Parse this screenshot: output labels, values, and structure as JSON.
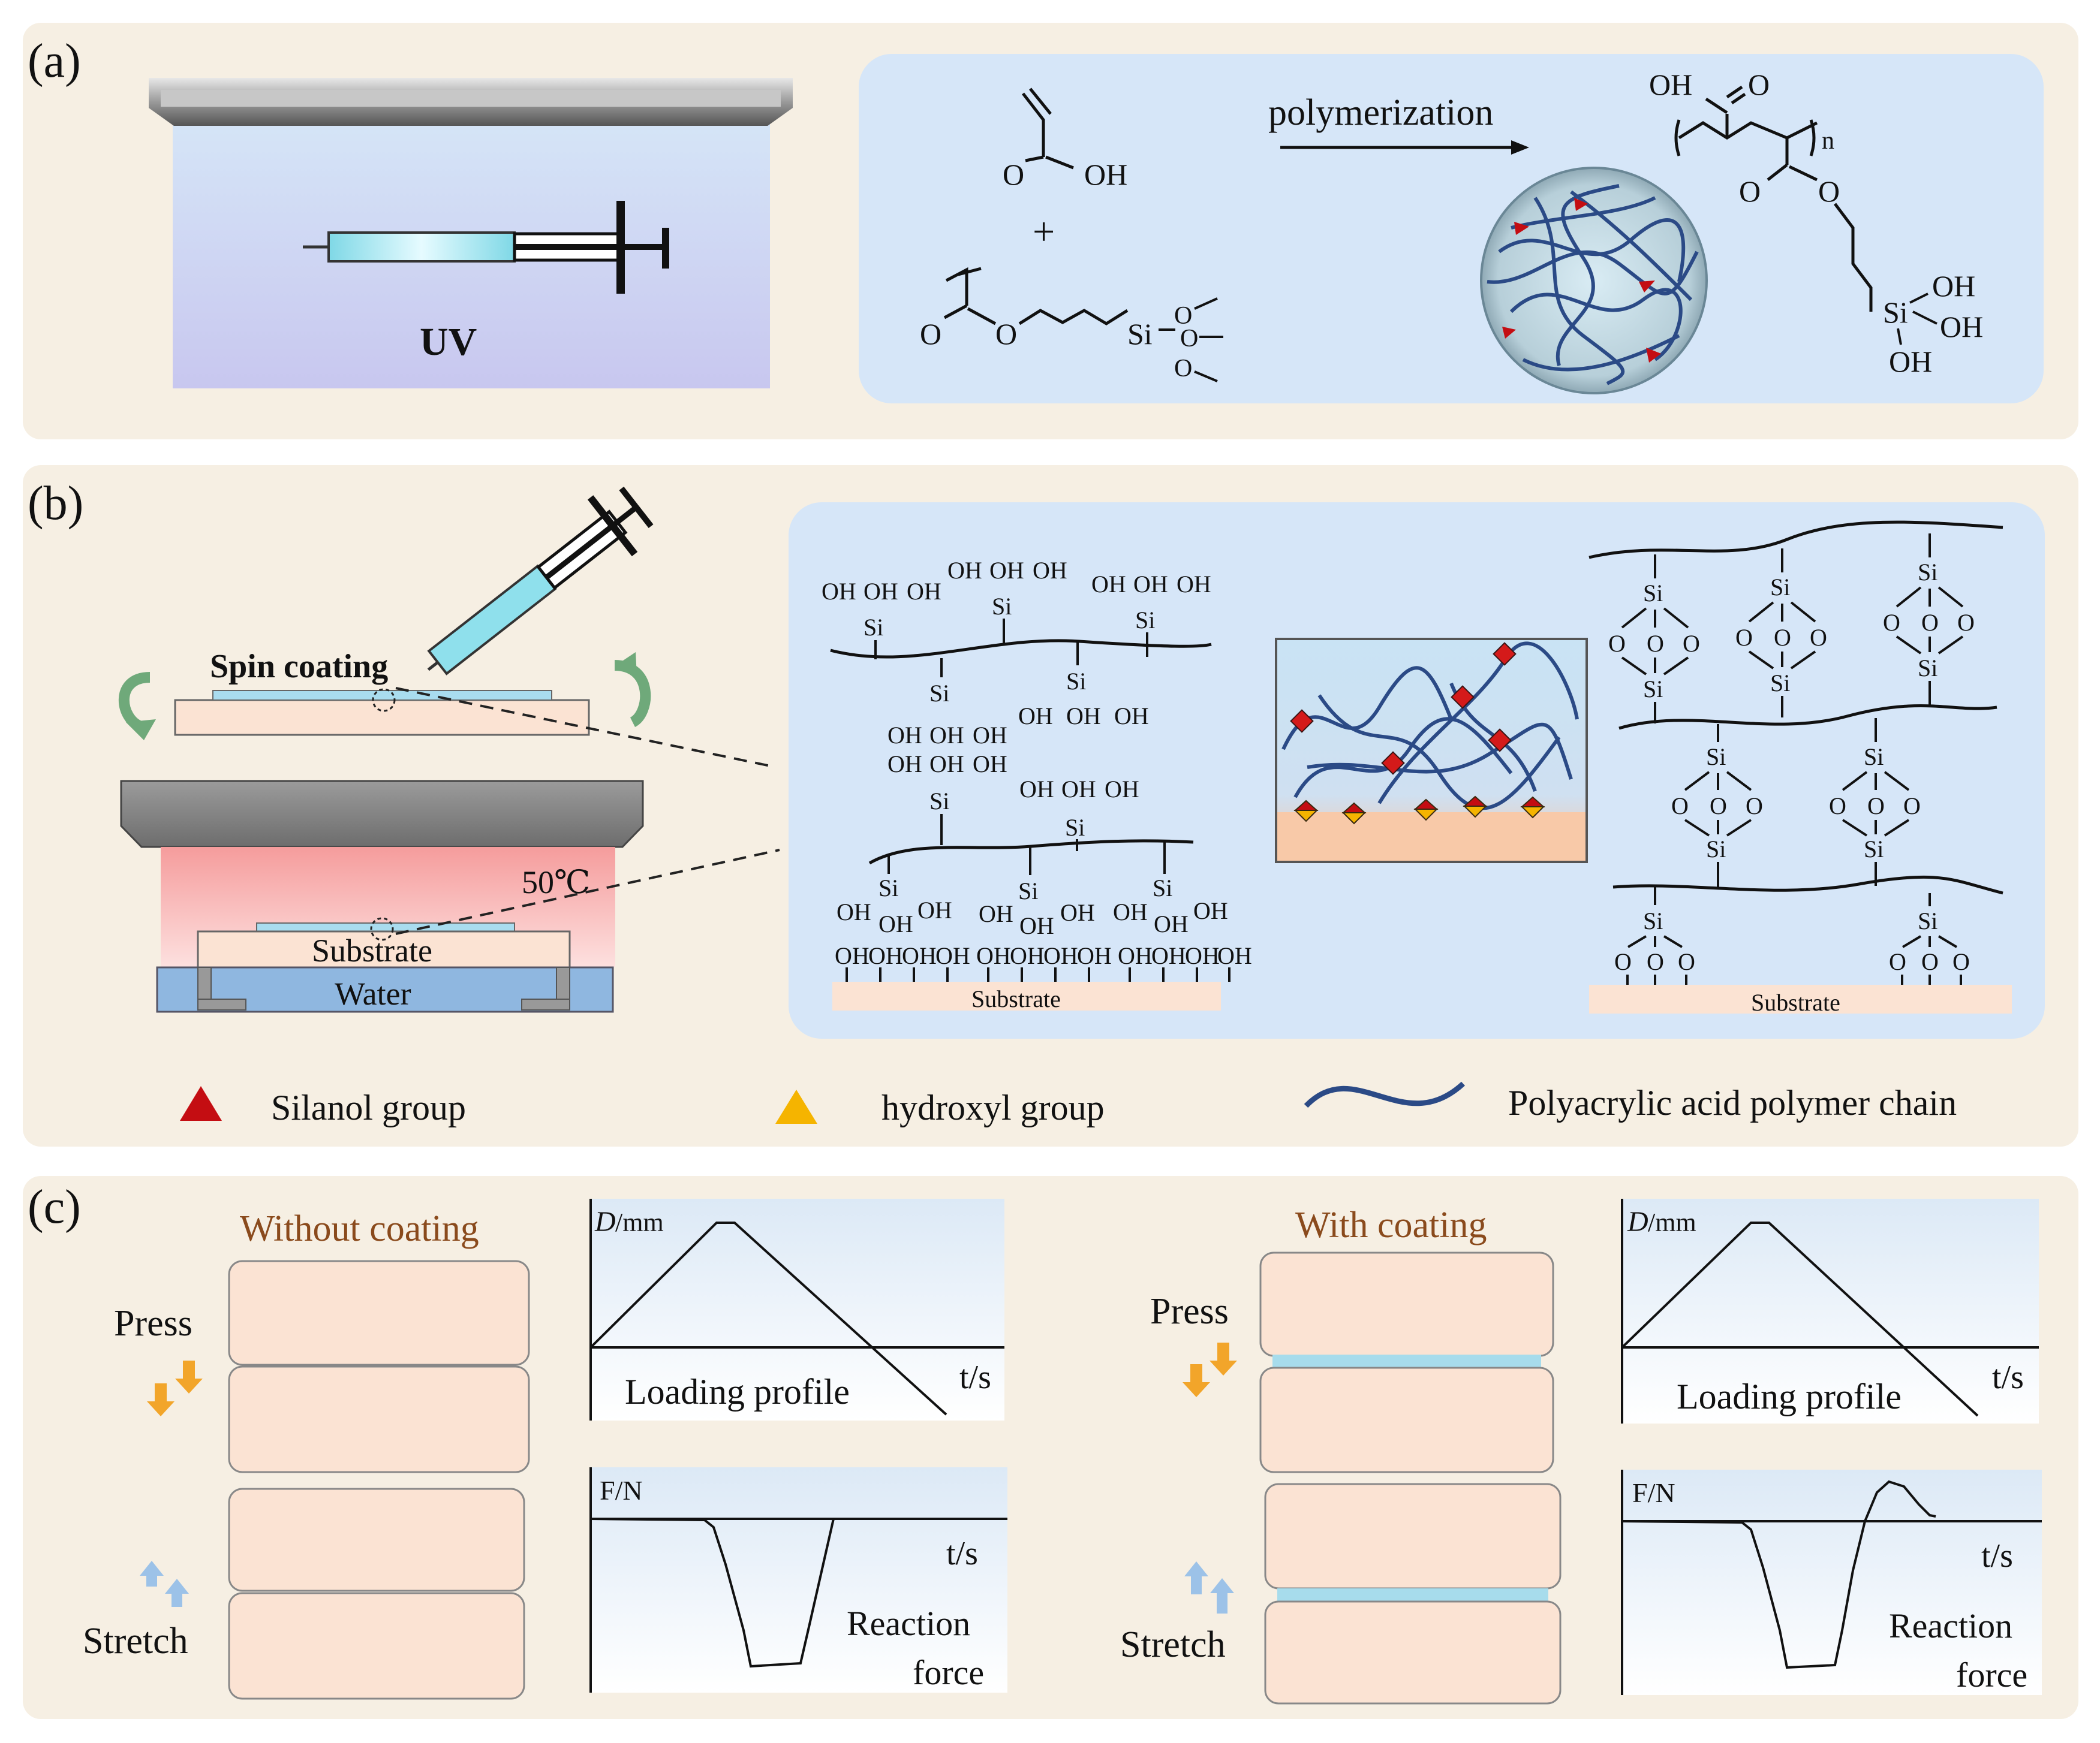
{
  "panels": {
    "a": {
      "label": "(a)",
      "uv_label": "UV",
      "arrow_label": "polymerization",
      "plus": "+",
      "monomer1": {
        "o": "O",
        "oh": "OH"
      },
      "monomer2": {
        "o1": "O",
        "o2": "O",
        "si": "Si",
        "o3": "O",
        "o4": "O",
        "o5": "O"
      },
      "product": {
        "oh_top": "OH",
        "o_top": "O",
        "n": "n",
        "o_left": "O",
        "o_ester": "O",
        "si": "Si",
        "oh1": "OH",
        "oh2": "OH",
        "oh3": "OH"
      }
    },
    "b": {
      "label": "(b)",
      "spin_coating": "Spin coating",
      "temperature": "50℃",
      "substrate": "Substrate",
      "water": "Water",
      "oh": "OH",
      "si": "Si",
      "o": "O",
      "substrate_small": "Substrate"
    },
    "c": {
      "label": "(c)",
      "without_title": "Without coating",
      "with_title": "With coating",
      "press": "Press",
      "stretch": "Stretch",
      "d_label_italic": "D",
      "d_label_unit": "/mm",
      "ts": "t/s",
      "loading_profile": "Loading profile",
      "fn": "F/N",
      "reaction": "Reaction",
      "force": "force"
    }
  },
  "legend": {
    "silanol": "Silanol group",
    "hydroxyl": "hydroxyl group",
    "chain": "Polyacrylic acid polymer chain"
  },
  "colors": {
    "panel_bg": "#f6efe3",
    "blue_box": "#d6e6f8",
    "substrate": "#fbe3d3",
    "red": "#c40d12",
    "yellow": "#f5b400",
    "chain": "#2b4a86",
    "cyan": "#8fe0ec",
    "water": "#8fb7e0",
    "heater": "#f6a3a3",
    "title_brown": "#8a4a1c"
  }
}
